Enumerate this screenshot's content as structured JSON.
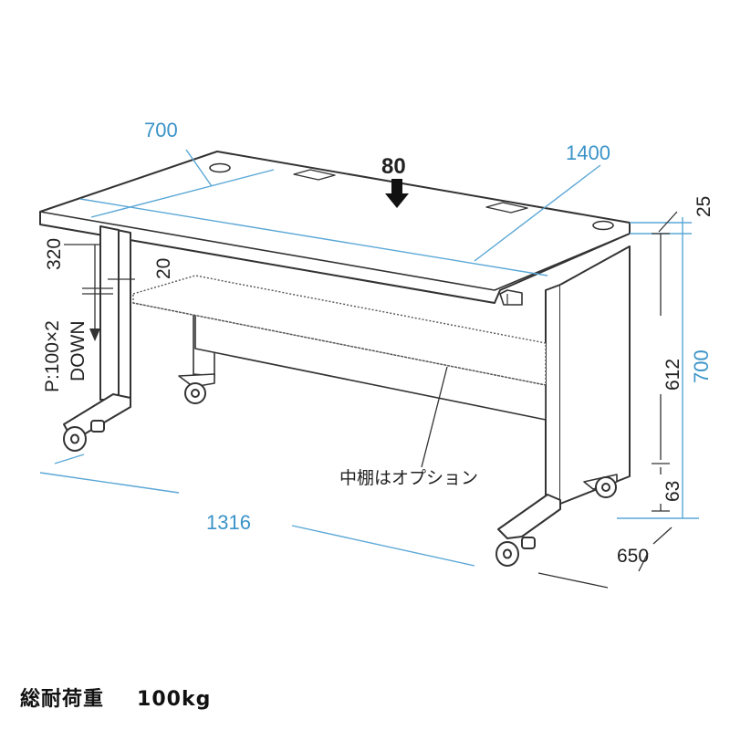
{
  "dimensions": {
    "top_depth": "700",
    "top_width": "1400",
    "top_thickness": "25",
    "overall_height": "700",
    "frame_height": "612",
    "caster_height": "63",
    "base_depth": "650",
    "base_width": "1316",
    "load": "80",
    "wiring_drop": "320",
    "wiring_width": "20",
    "wiring_note_1": "P:100×2",
    "wiring_note_2": "DOWN"
  },
  "annotations": {
    "middle_shelf": "中棚はオプション"
  },
  "footer": {
    "label": "総耐荷重",
    "value": "100kg"
  },
  "colors": {
    "dimension_text": "#3a93c8",
    "dimension_line": "#5aa7d6",
    "outline": "#333333",
    "body_fill": "#ffffff"
  }
}
